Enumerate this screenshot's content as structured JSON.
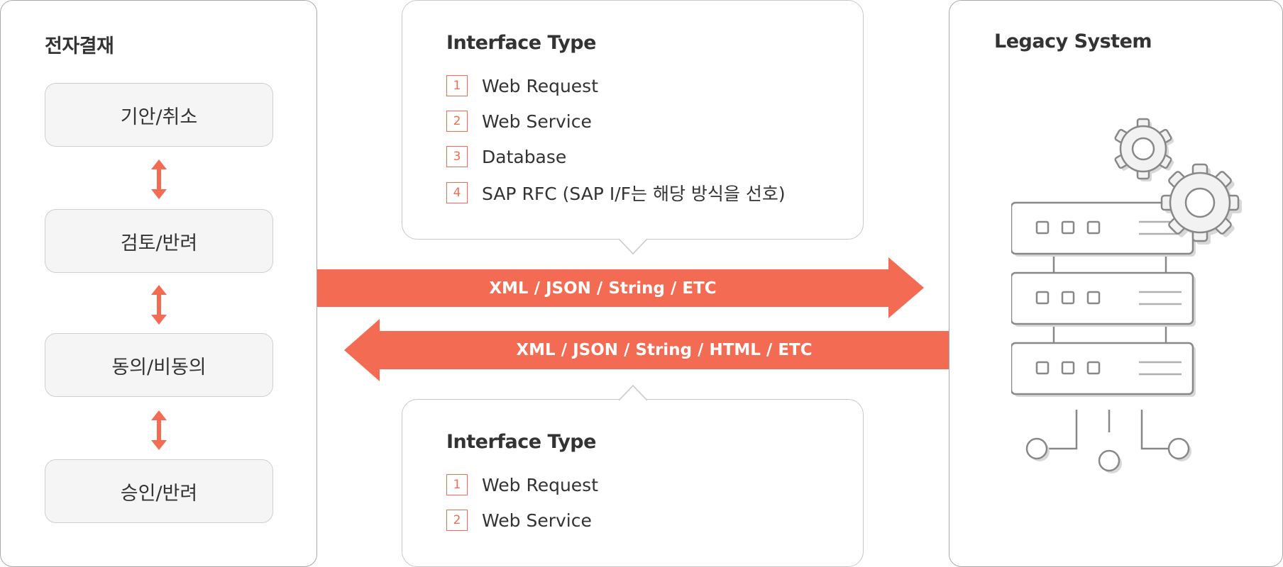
{
  "left_panel": {
    "title": "전자결재",
    "steps": [
      "기안/취소",
      "검토/반려",
      "동의/비동의",
      "승인/반려"
    ]
  },
  "top_bubble": {
    "title": "Interface Type",
    "items": [
      {
        "num": "1",
        "label": "Web Request"
      },
      {
        "num": "2",
        "label": "Web Service"
      },
      {
        "num": "3",
        "label": "Database"
      },
      {
        "num": "4",
        "label": "SAP RFC (SAP I/F는 해당 방식을 선호)"
      }
    ]
  },
  "bottom_bubble": {
    "title": "Interface Type",
    "items": [
      {
        "num": "1",
        "label": "Web Request"
      },
      {
        "num": "2",
        "label": "Web Service"
      }
    ]
  },
  "arrows": {
    "to_legacy": "XML / JSON / String / ETC",
    "from_legacy": "XML / JSON / String / HTML / ETC"
  },
  "right_panel": {
    "title": "Legacy System"
  },
  "colors": {
    "accent": "#f26b52",
    "border": "#a9a9a9",
    "box_fill": "#f5f5f5",
    "text": "#333333"
  },
  "icons": [
    "server-icon",
    "gear-icon",
    "network-node-icon",
    "double-arrow-icon"
  ]
}
